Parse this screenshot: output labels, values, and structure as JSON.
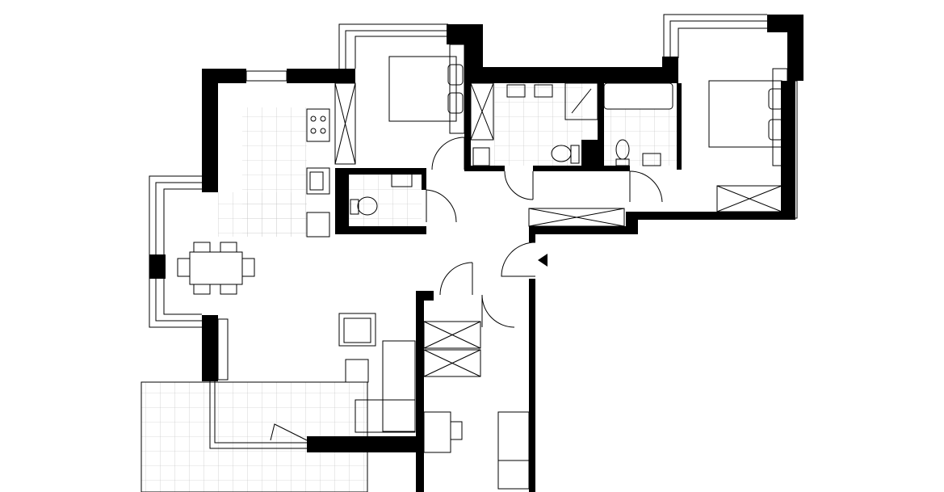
{
  "plan": {
    "colors": {
      "wall": "#000000",
      "line": "#000000",
      "tile_grid": "#bbbbbb",
      "background": "#ffffff"
    },
    "rooms": [
      "living-dining",
      "kitchen",
      "bedroom-1",
      "bedroom-2",
      "bathroom-1",
      "bathroom-2",
      "wc",
      "hall",
      "balcony"
    ]
  }
}
